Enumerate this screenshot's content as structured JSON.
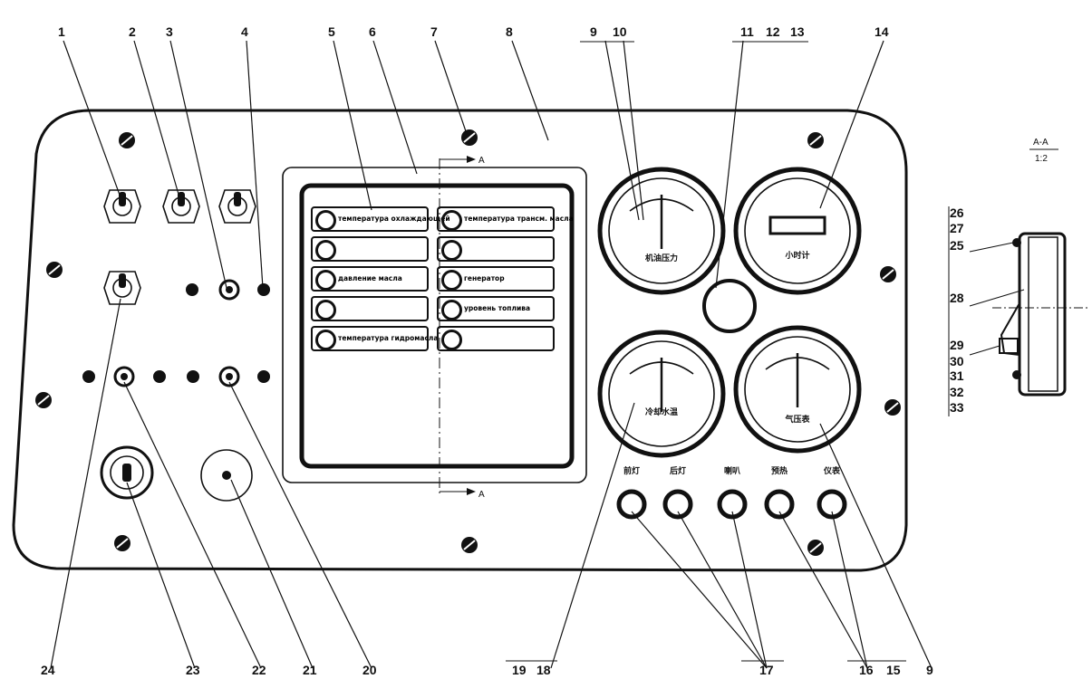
{
  "callouts": {
    "top": [
      "1",
      "2",
      "3",
      "4",
      "5",
      "6",
      "7",
      "8",
      "9",
      "10",
      "11",
      "12",
      "13",
      "14"
    ],
    "bottom": [
      "24",
      "23",
      "22",
      "21",
      "20",
      "19",
      "18",
      "17",
      "16",
      "15",
      "9"
    ],
    "right": [
      "26",
      "27",
      "25",
      "28",
      "29",
      "30",
      "31",
      "32",
      "33"
    ]
  },
  "warning_panel": {
    "left": [
      "температура охлаждающей",
      "",
      "давление масла",
      "",
      "температура гидромасла"
    ],
    "right": [
      "температура трансм. масла",
      "",
      "генератор",
      "уровень топлива",
      ""
    ]
  },
  "gauges": {
    "oil_pressure": "机油压力",
    "hour_meter": "小时计",
    "water_temp": "冷却水温",
    "air_pressure": "气压表"
  },
  "indicator_labels": [
    "前灯",
    "后灯",
    "喇叭",
    "预热",
    "仪表"
  ],
  "section": {
    "mark": "A",
    "title": "A-A",
    "scale": "1:2"
  }
}
